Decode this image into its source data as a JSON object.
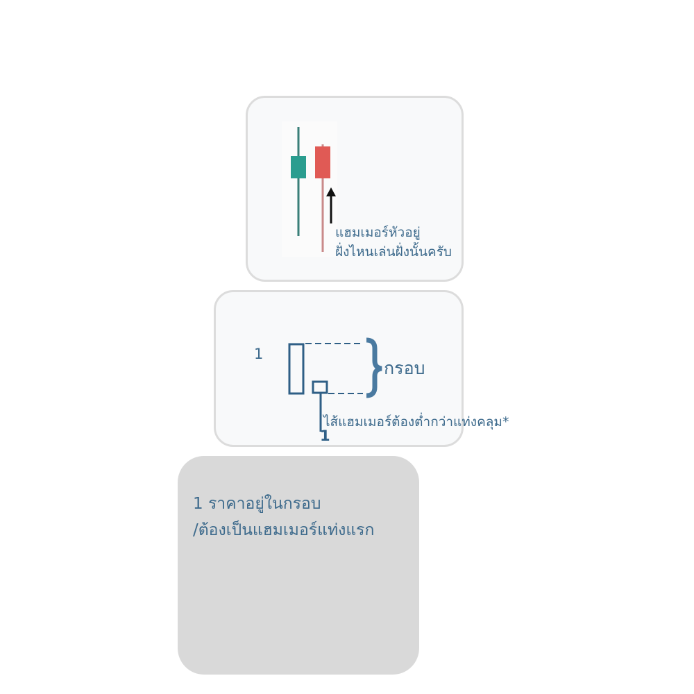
{
  "card1": {
    "caption_line1": "แฮมเมอร์หัวอยู่",
    "caption_line2": "ฝั่งไหนเล่นฝั่งนั้นครับ",
    "colors": {
      "bull": "#2a9d8f",
      "bear": "#e05a55",
      "arrow": "#111111"
    }
  },
  "card2": {
    "index_label": "1",
    "box_label": "กรอบ",
    "wick_note": "ไส้แฮมเมอร์ต้องต่ำกว่าแท่งคลุม*",
    "wick_number": "1",
    "color": "#2f5f86"
  },
  "card3": {
    "line1": "1 ราคาอยู่ในกรอบ",
    "line2": "/ต้องเป็นแฮมเมอร์แท่งแรก"
  }
}
